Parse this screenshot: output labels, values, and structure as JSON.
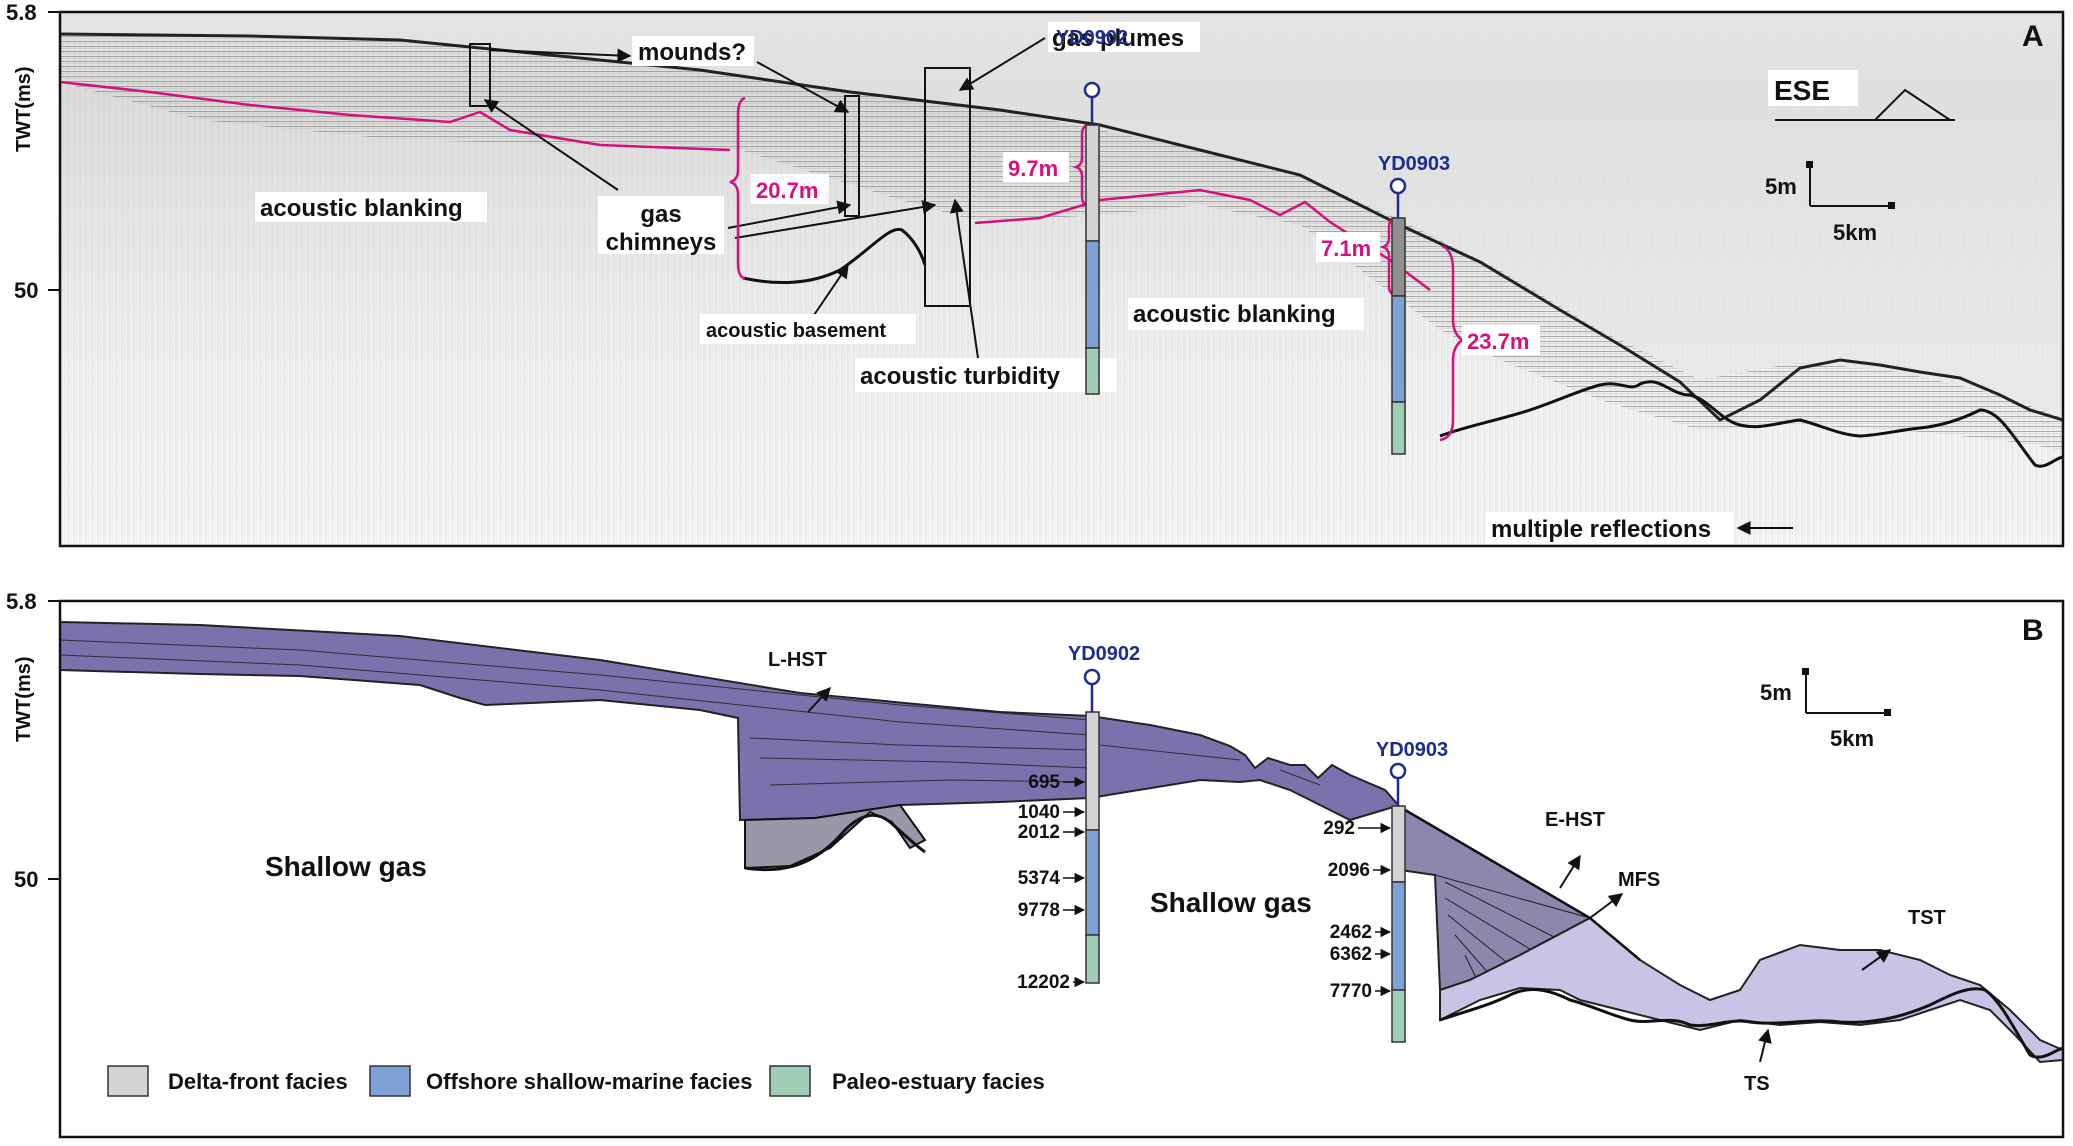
{
  "colors": {
    "pink": "#d6107e",
    "well": "#1c2d8f",
    "hst_fill": "#7b72ad",
    "tst_fill": "#c9c3e6",
    "ehst_fill": "#8d86ad",
    "basement_fill": "#9a98a8",
    "delta_front": "#d3d3d3",
    "offshore": "#7fa2d6",
    "estuary": "#9fcdb5"
  },
  "panelA": {
    "letter": "A",
    "ylabel": "TWT(ms)",
    "ytick_top": "5.8",
    "ytick_mid": "50",
    "direction": "ESE",
    "scale_v": "5m",
    "scale_h": "5km",
    "labels": {
      "mounds": "mounds?",
      "gas_plumes": "gas plumes",
      "gas_chimneys_1": "gas",
      "gas_chimneys_2": "chimneys",
      "acoustic_blanking_1": "acoustic blanking",
      "acoustic_blanking_2": "acoustic blanking",
      "acoustic_basement": "acoustic basement",
      "acoustic_turbidity": "acoustic turbidity",
      "multiple_reflections": "multiple reflections"
    },
    "thickness": [
      "20.7m",
      "9.7m",
      "7.1m",
      "23.7m"
    ],
    "wells": [
      "YD0902",
      "YD0903"
    ]
  },
  "panelB": {
    "letter": "B",
    "ylabel": "TWT(ms)",
    "ytick_top": "5.8",
    "ytick_mid": "50",
    "scale_v": "5m",
    "scale_h": "5km",
    "units": {
      "lhst": "L-HST",
      "ehst": "E-HST",
      "mfs": "MFS",
      "tst": "TST",
      "ts": "TS"
    },
    "shallow_gas_1": "Shallow gas",
    "shallow_gas_2": "Shallow gas",
    "wells": [
      "YD0902",
      "YD0903"
    ],
    "samples_0902": [
      "695",
      "1040",
      "2012",
      "5374",
      "9778",
      "12202"
    ],
    "samples_0903": [
      "292",
      "2096",
      "2462",
      "6362",
      "7770"
    ]
  },
  "legend": [
    {
      "label": "Delta-front facies",
      "color": "#d3d3d3"
    },
    {
      "label": "Offshore shallow-marine facies",
      "color": "#7fa2d6"
    },
    {
      "label": "Paleo-estuary facies",
      "color": "#9fcdb5"
    }
  ]
}
